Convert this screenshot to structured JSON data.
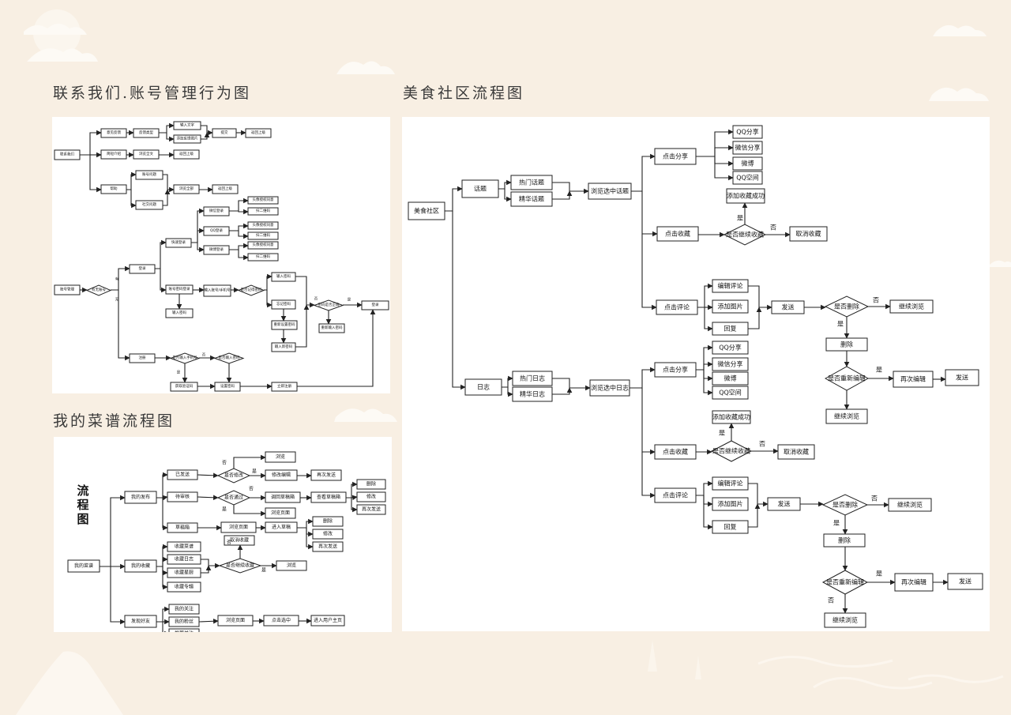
{
  "titles": {
    "account": "联系我们.账号管理行为图",
    "community": "美食社区流程图",
    "recipe": "我的菜谱流程图"
  },
  "recipe_heading": [
    "流",
    "程",
    "图"
  ],
  "account": {
    "nodes": [
      {
        "id": "a_root",
        "t": "联系我们"
      },
      {
        "id": "a_fk",
        "t": "意见反馈"
      },
      {
        "id": "a_jj",
        "t": "简短介绍"
      },
      {
        "id": "a_bz",
        "t": "帮助"
      },
      {
        "id": "a_fklx",
        "t": "反馈类型"
      },
      {
        "id": "a_srwz",
        "t": "输入文字"
      },
      {
        "id": "a_tjtp",
        "t": "添加反馈图片"
      },
      {
        "id": "a_tj",
        "t": "提交"
      },
      {
        "id": "a_fhsj1",
        "t": "返回上级"
      },
      {
        "id": "a_llqw",
        "t": "浏览全文"
      },
      {
        "id": "a_fhsj2",
        "t": "返回上级"
      },
      {
        "id": "a_zhwt",
        "t": "账号问题"
      },
      {
        "id": "a_sjwt",
        "t": "社交问题"
      },
      {
        "id": "a_lljd",
        "t": "浏览全部"
      },
      {
        "id": "a_fhsj3",
        "t": "返回上级"
      },
      {
        "id": "a_zhgl",
        "t": "账号管理"
      },
      {
        "id": "a_yzh",
        "t": "有无账号"
      },
      {
        "id": "a_dl",
        "t": "登录"
      },
      {
        "id": "a_zc",
        "t": "注册"
      },
      {
        "id": "a_ksdl",
        "t": "快速登录"
      },
      {
        "id": "a_wxdl",
        "t": "微信登录"
      },
      {
        "id": "a_qqdl",
        "t": "QQ登录"
      },
      {
        "id": "a_wbdl",
        "t": "微博登录"
      },
      {
        "id": "a_fx1",
        "t": "头像授权同意"
      },
      {
        "id": "a_fx2",
        "t": "扫二维码"
      },
      {
        "id": "a_fx3",
        "t": "头像授权同意"
      },
      {
        "id": "a_fx4",
        "t": "扫二维码"
      },
      {
        "id": "a_fx5",
        "t": "头像授权同意"
      },
      {
        "id": "a_fx6",
        "t": "扫二维码"
      },
      {
        "id": "a_sjmm",
        "t": "账号密码登录"
      },
      {
        "id": "a_srmm",
        "t": "输入密码"
      },
      {
        "id": "a_srsj",
        "t": "输入账号/手机号"
      },
      {
        "id": "a_wjmm_q",
        "t": "是否记得密码"
      },
      {
        "id": "a_srmm2",
        "t": "输入密码"
      },
      {
        "id": "a_wjmm",
        "t": "忘记密码"
      },
      {
        "id": "a_czmm",
        "t": "重新设置密码"
      },
      {
        "id": "a_srxmm",
        "t": "输入新密码"
      },
      {
        "id": "a_mmzq",
        "t": "密码是否正确"
      },
      {
        "id": "a_cxsr",
        "t": "重新输入密码"
      },
      {
        "id": "a_dl2",
        "t": "登录"
      },
      {
        "id": "a_sjh_q",
        "t": "是否输入手机号"
      },
      {
        "id": "a_mm_q",
        "t": "是否输入密码"
      },
      {
        "id": "a_hqyzm",
        "t": "获取验证码"
      },
      {
        "id": "a_szmm",
        "t": "设置密码"
      },
      {
        "id": "a_wczc",
        "t": "立即注册"
      }
    ],
    "edge_labels": {
      "e_you": "有",
      "e_wu": "无",
      "e_fou": "否",
      "e_shi": "是",
      "e_fou2": "否",
      "e_shi2": "是"
    }
  },
  "recipe": {
    "nodes": [
      {
        "id": "r_root",
        "t": "我的菜谱"
      },
      {
        "id": "r_fb",
        "t": "我的发布"
      },
      {
        "id": "r_sc",
        "t": "我的收藏"
      },
      {
        "id": "r_hy",
        "t": "发现好友"
      },
      {
        "id": "r_yfs",
        "t": "已发送"
      },
      {
        "id": "r_dsh",
        "t": "待审核"
      },
      {
        "id": "r_cgx",
        "t": "草稿箱"
      },
      {
        "id": "r_sfxg",
        "t": "是否修改"
      },
      {
        "id": "r_ll1",
        "t": "浏览"
      },
      {
        "id": "r_xgbj",
        "t": "修改编辑"
      },
      {
        "id": "r_zcfs1",
        "t": "再次发送"
      },
      {
        "id": "r_sftg",
        "t": "是否通过"
      },
      {
        "id": "r_dycgx",
        "t": "调回草稿箱"
      },
      {
        "id": "r_llym1",
        "t": "浏览页面"
      },
      {
        "id": "r_ckcgx",
        "t": "查看草稿箱"
      },
      {
        "id": "r_sc1",
        "t": "删除"
      },
      {
        "id": "r_xg1",
        "t": "修改"
      },
      {
        "id": "r_zcfs2",
        "t": "再次发送"
      },
      {
        "id": "r_llym2",
        "t": "浏览页面"
      },
      {
        "id": "r_jrcg",
        "t": "进入草稿"
      },
      {
        "id": "r_sc2",
        "t": "删除"
      },
      {
        "id": "r_xg2",
        "t": "修改"
      },
      {
        "id": "r_zcfs3",
        "t": "再次发送"
      },
      {
        "id": "r_sccp",
        "t": "收藏菜谱"
      },
      {
        "id": "r_scrz",
        "t": "收藏日志"
      },
      {
        "id": "r_scxp",
        "t": "收藏星厨"
      },
      {
        "id": "r_sczj",
        "t": "收藏专辑"
      },
      {
        "id": "r_qxsc",
        "t": "取消收藏"
      },
      {
        "id": "r_sfjx",
        "t": "是否继续收藏"
      },
      {
        "id": "r_ll2",
        "t": "浏览"
      },
      {
        "id": "r_wdgz",
        "t": "我的关注"
      },
      {
        "id": "r_wdfs",
        "t": "我的粉丝"
      },
      {
        "id": "r_tjhy",
        "t": "推荐关注"
      },
      {
        "id": "r_llym3",
        "t": "浏览页面"
      },
      {
        "id": "r_djxz",
        "t": "点击选中"
      },
      {
        "id": "r_jryh",
        "t": "进入用户主页"
      }
    ],
    "edge_labels": {
      "f1": "否",
      "s1": "是",
      "f2": "否",
      "s2": "是",
      "f3": "否",
      "s3": "是"
    }
  },
  "community": {
    "nodes": [
      {
        "id": "c_root",
        "t": "美食社区"
      },
      {
        "id": "c_ht",
        "t": "话题"
      },
      {
        "id": "c_rmht",
        "t": "热门话题"
      },
      {
        "id": "c_jhht",
        "t": "精华话题"
      },
      {
        "id": "c_llht",
        "t": "浏览选中话题"
      },
      {
        "id": "c_fx1",
        "t": "点击分享"
      },
      {
        "id": "c_qq1",
        "t": "QQ分享"
      },
      {
        "id": "c_wx1",
        "t": "微信分享"
      },
      {
        "id": "c_wb1",
        "t": "微博"
      },
      {
        "id": "c_qz1",
        "t": "QQ空间"
      },
      {
        "id": "c_tjsc1",
        "t": "添加收藏成功"
      },
      {
        "id": "c_djsc1",
        "t": "点击收藏"
      },
      {
        "id": "c_sfsc1",
        "t": "是否继续收藏"
      },
      {
        "id": "c_qxsc1",
        "t": "取消收藏"
      },
      {
        "id": "c_djpl1",
        "t": "点击评论"
      },
      {
        "id": "c_bjpl1",
        "t": "编辑评论"
      },
      {
        "id": "c_tjtp1",
        "t": "添加图片"
      },
      {
        "id": "c_hf1",
        "t": "回复"
      },
      {
        "id": "c_fs1",
        "t": "发送"
      },
      {
        "id": "c_sfsc_d1",
        "t": "是否删除"
      },
      {
        "id": "c_jxll1",
        "t": "继续浏览"
      },
      {
        "id": "c_sc1",
        "t": "删除"
      },
      {
        "id": "c_sfbj1",
        "t": "是否重新编辑"
      },
      {
        "id": "c_zcbj1",
        "t": "再次编辑"
      },
      {
        "id": "c_fs1b",
        "t": "发送"
      },
      {
        "id": "c_jxll1b",
        "t": "继续浏览"
      },
      {
        "id": "c_rz",
        "t": "日志"
      },
      {
        "id": "c_rmrz",
        "t": "热门日志"
      },
      {
        "id": "c_jhrz",
        "t": "精华日志"
      },
      {
        "id": "c_llrz",
        "t": "浏览选中日志"
      },
      {
        "id": "c_fx2",
        "t": "点击分享"
      },
      {
        "id": "c_qq2",
        "t": "QQ分享"
      },
      {
        "id": "c_wx2",
        "t": "微信分享"
      },
      {
        "id": "c_wb2",
        "t": "微博"
      },
      {
        "id": "c_qz2",
        "t": "QQ空间"
      },
      {
        "id": "c_tjsc2",
        "t": "添加收藏成功"
      },
      {
        "id": "c_djsc2",
        "t": "点击收藏"
      },
      {
        "id": "c_sfsc2",
        "t": "是否继续收藏"
      },
      {
        "id": "c_qxsc2",
        "t": "取消收藏"
      },
      {
        "id": "c_djpl2",
        "t": "点击评论"
      },
      {
        "id": "c_bjpl2",
        "t": "编辑评论"
      },
      {
        "id": "c_tjtp2",
        "t": "添加图片"
      },
      {
        "id": "c_hf2",
        "t": "回复"
      },
      {
        "id": "c_fs2",
        "t": "发送"
      },
      {
        "id": "c_sfsc_d2",
        "t": "是否删除"
      },
      {
        "id": "c_jxll2",
        "t": "继续浏览"
      },
      {
        "id": "c_sc2",
        "t": "删除"
      },
      {
        "id": "c_sfbj2",
        "t": "是否重新编辑"
      },
      {
        "id": "c_zcbj2",
        "t": "再次编辑"
      },
      {
        "id": "c_fs2b",
        "t": "发送"
      },
      {
        "id": "c_jxll2b",
        "t": "继续浏览"
      }
    ],
    "edge_labels": {
      "l1": "是",
      "l2": "否",
      "l3": "否",
      "l4": "是",
      "l5": "是",
      "l6": "是",
      "l7": "否",
      "l8": "否",
      "l9": "是",
      "l10": "是",
      "l11": "否"
    }
  }
}
